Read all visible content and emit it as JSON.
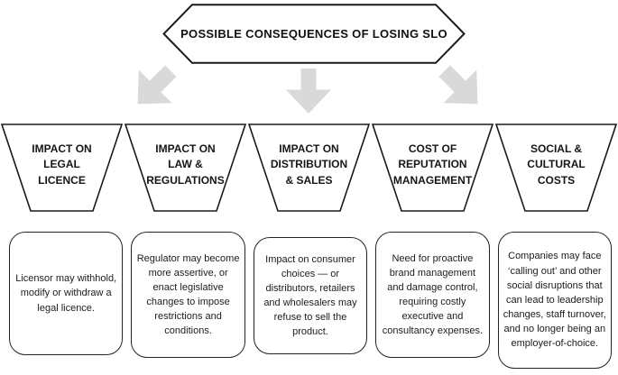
{
  "diagram": {
    "title": "POSSIBLE CONSEQUENCES OF LOSING SLO"
  },
  "colors": {
    "background": "#ffffff",
    "outline": "#1a1a1a",
    "arrow": "#d9d9d9"
  },
  "icons": {
    "arrows": [
      "arrow-down-left",
      "arrow-down",
      "arrow-down-right"
    ]
  },
  "columns": [
    {
      "heading": "IMPACT ON\nLEGAL\nLICENCE",
      "description": "Licensor may withhold, modify or withdraw a legal licence."
    },
    {
      "heading": "IMPACT ON\nLAW &\nREGULATIONS",
      "description": "Regulator may become more assertive, or enact legislative changes to impose restrictions and conditions."
    },
    {
      "heading": "IMPACT ON\nDISTRIBUTION\n& SALES",
      "description": "Impact on consumer choices — or distributors, retailers and wholesalers may refuse to sell the product."
    },
    {
      "heading": "COST OF\nREPUTATION\nMANAGEMENT",
      "description": "Need for proactive brand management and damage control, requiring costly executive and consultancy expenses."
    },
    {
      "heading": "SOCIAL &\nCULTURAL\nCOSTS",
      "description": "Companies may face ‘calling out’ and other social disruptions that can lead to leadership changes, staff turnover, and no longer being an employer-of-choice."
    }
  ]
}
